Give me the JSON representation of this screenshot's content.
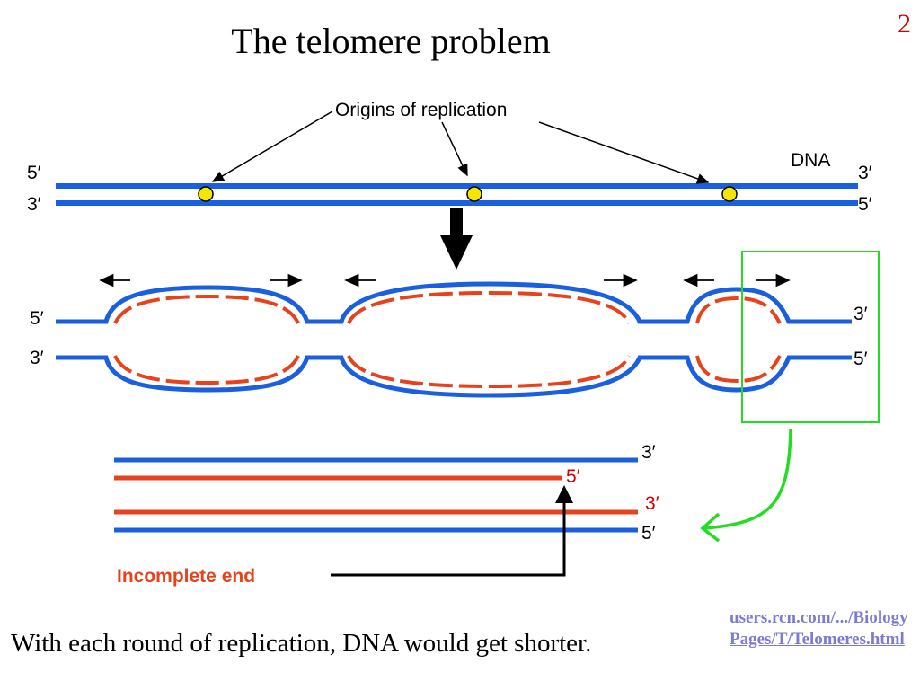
{
  "slide": {
    "title": "The telomere problem",
    "number": "2",
    "caption": "With each round of replication, DNA would get shorter.",
    "source_link": "users.rcn.com/.../BiologyPages/T/Telomeres.html"
  },
  "diagram": {
    "origins_label": "Origins of replication",
    "dna_label": "DNA",
    "incomplete_label": "Incomplete end",
    "top_left_labels": [
      "5′",
      "3′"
    ],
    "top_right_labels": [
      "3′",
      "5′"
    ],
    "bubble_left_labels": [
      "5′",
      "3′"
    ],
    "bubble_right_labels": [
      "3′",
      "5′"
    ],
    "end_labels": [
      "3′",
      "5′",
      "3′",
      "5′"
    ],
    "colors": {
      "parent_strand": "#1a5fe0",
      "new_strand": "#e8421c",
      "origin_dot": "#f5e600",
      "highlight_box": "#22dd22",
      "label_red": "#d40000",
      "incomplete_text": "#e8421c"
    }
  }
}
